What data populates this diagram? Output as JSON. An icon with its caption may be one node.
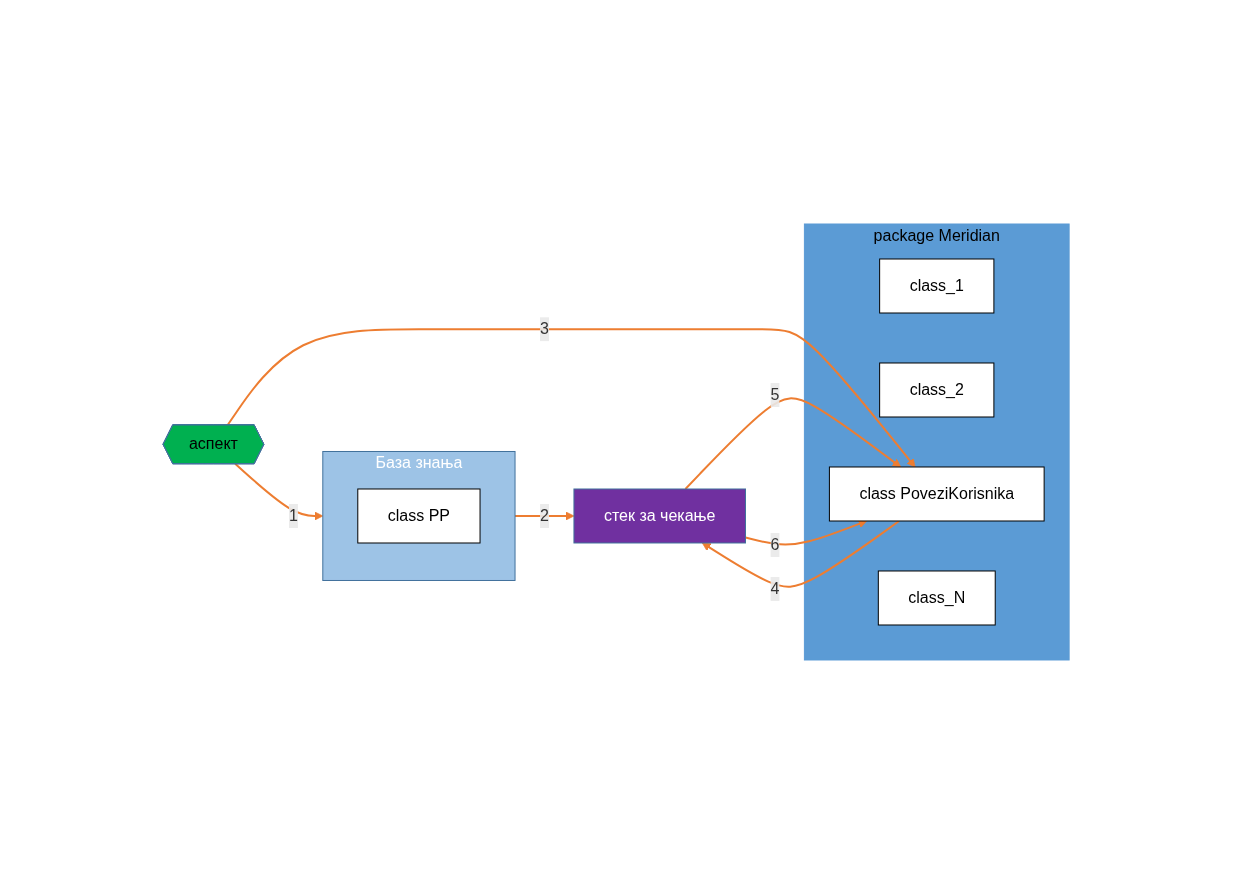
{
  "diagram": {
    "nodes": [
      {
        "text": [
          "package Meridian"
        ]
      },
      {
        "text": [
          "class_1"
        ],
        "in": 0
      },
      {
        "text": [
          "class_2"
        ],
        "in": 0
      },
      {
        "text": [
          "class PoveziKorisnika"
        ],
        "in": 0
      },
      {
        "text": [
          "class_N"
        ],
        "in": 0
      },
      {
        "text": [
          "аспект"
        ]
      },
      {
        "text": [
          "База знања"
        ]
      },
      {
        "text": [
          "class PP"
        ],
        "in": 6
      },
      {
        "text": [
          "стек за чекање"
        ]
      }
    ],
    "edges": [
      {
        "from": 5,
        "to": 6,
        "arrow": "to",
        "label": "1"
      },
      {
        "from": 6,
        "to": 8,
        "arrow": "to",
        "label": "2"
      },
      {
        "from": 5,
        "to": 3,
        "arrow": "to",
        "label": "3"
      },
      {
        "from": 3,
        "to": 8,
        "arrow": "to",
        "label": "4"
      },
      {
        "from": 8,
        "to": 3,
        "arrow": "to",
        "label": "5"
      },
      {
        "from": 8,
        "to": 3,
        "arrow": "to",
        "label": "6"
      }
    ]
  }
}
